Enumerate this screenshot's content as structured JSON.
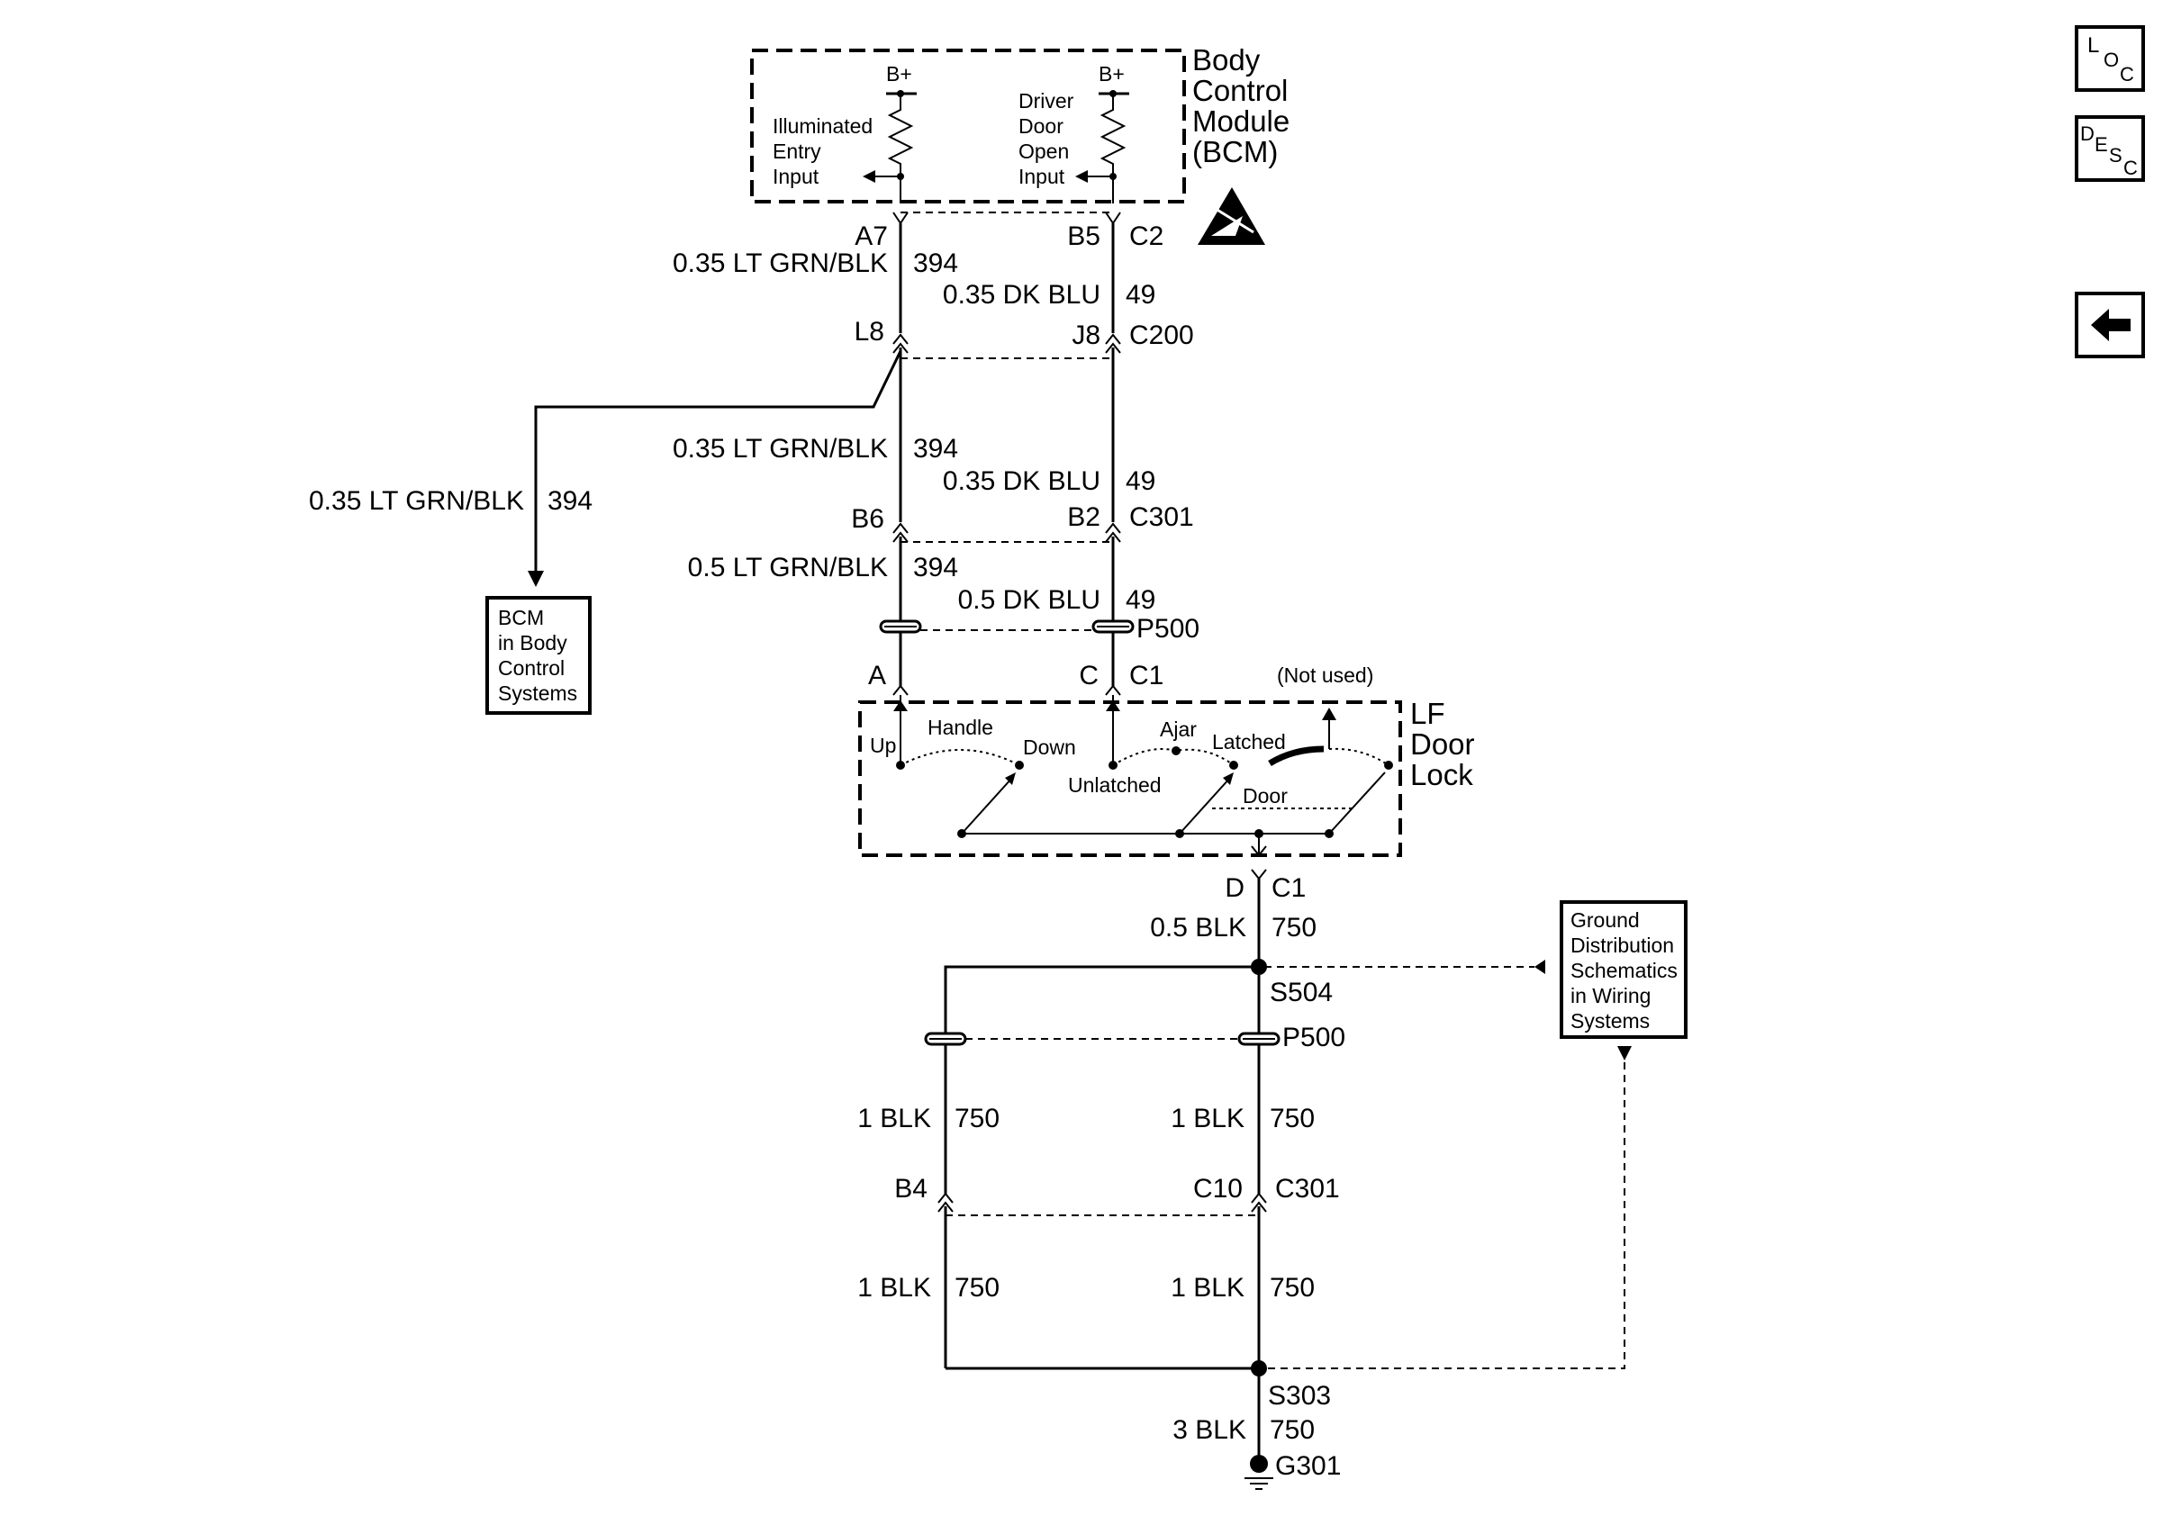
{
  "module": {
    "title_lines": [
      "Body",
      "Control",
      "Module",
      "(BCM)"
    ],
    "supply_left": "B+",
    "supply_right": "B+",
    "left_input_lines": [
      "Illuminated",
      "Entry",
      "Input"
    ],
    "right_input_lines": [
      "Driver",
      "Door",
      "Open",
      "Input"
    ]
  },
  "connectors": {
    "a7": "A7",
    "b5": "B5",
    "c2": "C2",
    "l8": "L8",
    "j8": "J8",
    "c200": "C200",
    "b6": "B6",
    "b2": "B2",
    "c301_top": "C301",
    "p500_top": "P500",
    "pin_a": "A",
    "pin_c": "C",
    "c1_top": "C1",
    "pin_d": "D",
    "c1_bottom": "C1",
    "p500_bottom": "P500",
    "b4": "B4",
    "c10": "C10",
    "c301_bottom": "C301"
  },
  "wires": {
    "w1_left": "0.35 LT GRN/BLK",
    "w1_left_ckt": "394",
    "w1_right": "0.35 DK BLU",
    "w1_right_ckt": "49",
    "w2_left": "0.35 LT GRN/BLK",
    "w2_left_ckt": "394",
    "w2_right": "0.35 DK BLU",
    "w2_right_ckt": "49",
    "branch": "0.35 LT GRN/BLK",
    "branch_ckt": "394",
    "w3_left": "0.5 LT GRN/BLK",
    "w3_left_ckt": "394",
    "w3_right": "0.5 DK BLU",
    "w3_right_ckt": "49",
    "ground_main": "0.5 BLK",
    "ground_main_ckt": "750",
    "g_upper_left": "1 BLK",
    "g_upper_left_ckt": "750",
    "g_upper_right": "1 BLK",
    "g_upper_right_ckt": "750",
    "g_lower_left": "1 BLK",
    "g_lower_left_ckt": "750",
    "g_lower_right": "1 BLK",
    "g_lower_right_ckt": "750",
    "g_final": "3 BLK",
    "g_final_ckt": "750"
  },
  "splices": {
    "s504": "S504",
    "s303": "S303"
  },
  "ground": {
    "g301": "G301"
  },
  "door_lock": {
    "title_lines": [
      "LF",
      "Door",
      "Lock"
    ],
    "not_used": "(Not used)",
    "up": "Up",
    "handle": "Handle",
    "down": "Down",
    "ajar": "Ajar",
    "latched": "Latched",
    "unlatched": "Unlatched",
    "door": "Door"
  },
  "refs": {
    "bcm_lines": [
      "BCM",
      "in Body",
      "Control",
      "Systems"
    ],
    "ground_lines": [
      "Ground",
      "Distribution",
      "Schematics",
      "in Wiring",
      "Systems"
    ]
  },
  "nav": {
    "loc": {
      "main": "L",
      "sub1": "O",
      "sub2": "C"
    },
    "desc": {
      "main": "D",
      "sub1": "E",
      "sub2": "S",
      "sub3": "C"
    },
    "back_icon": "left-arrow-icon"
  }
}
